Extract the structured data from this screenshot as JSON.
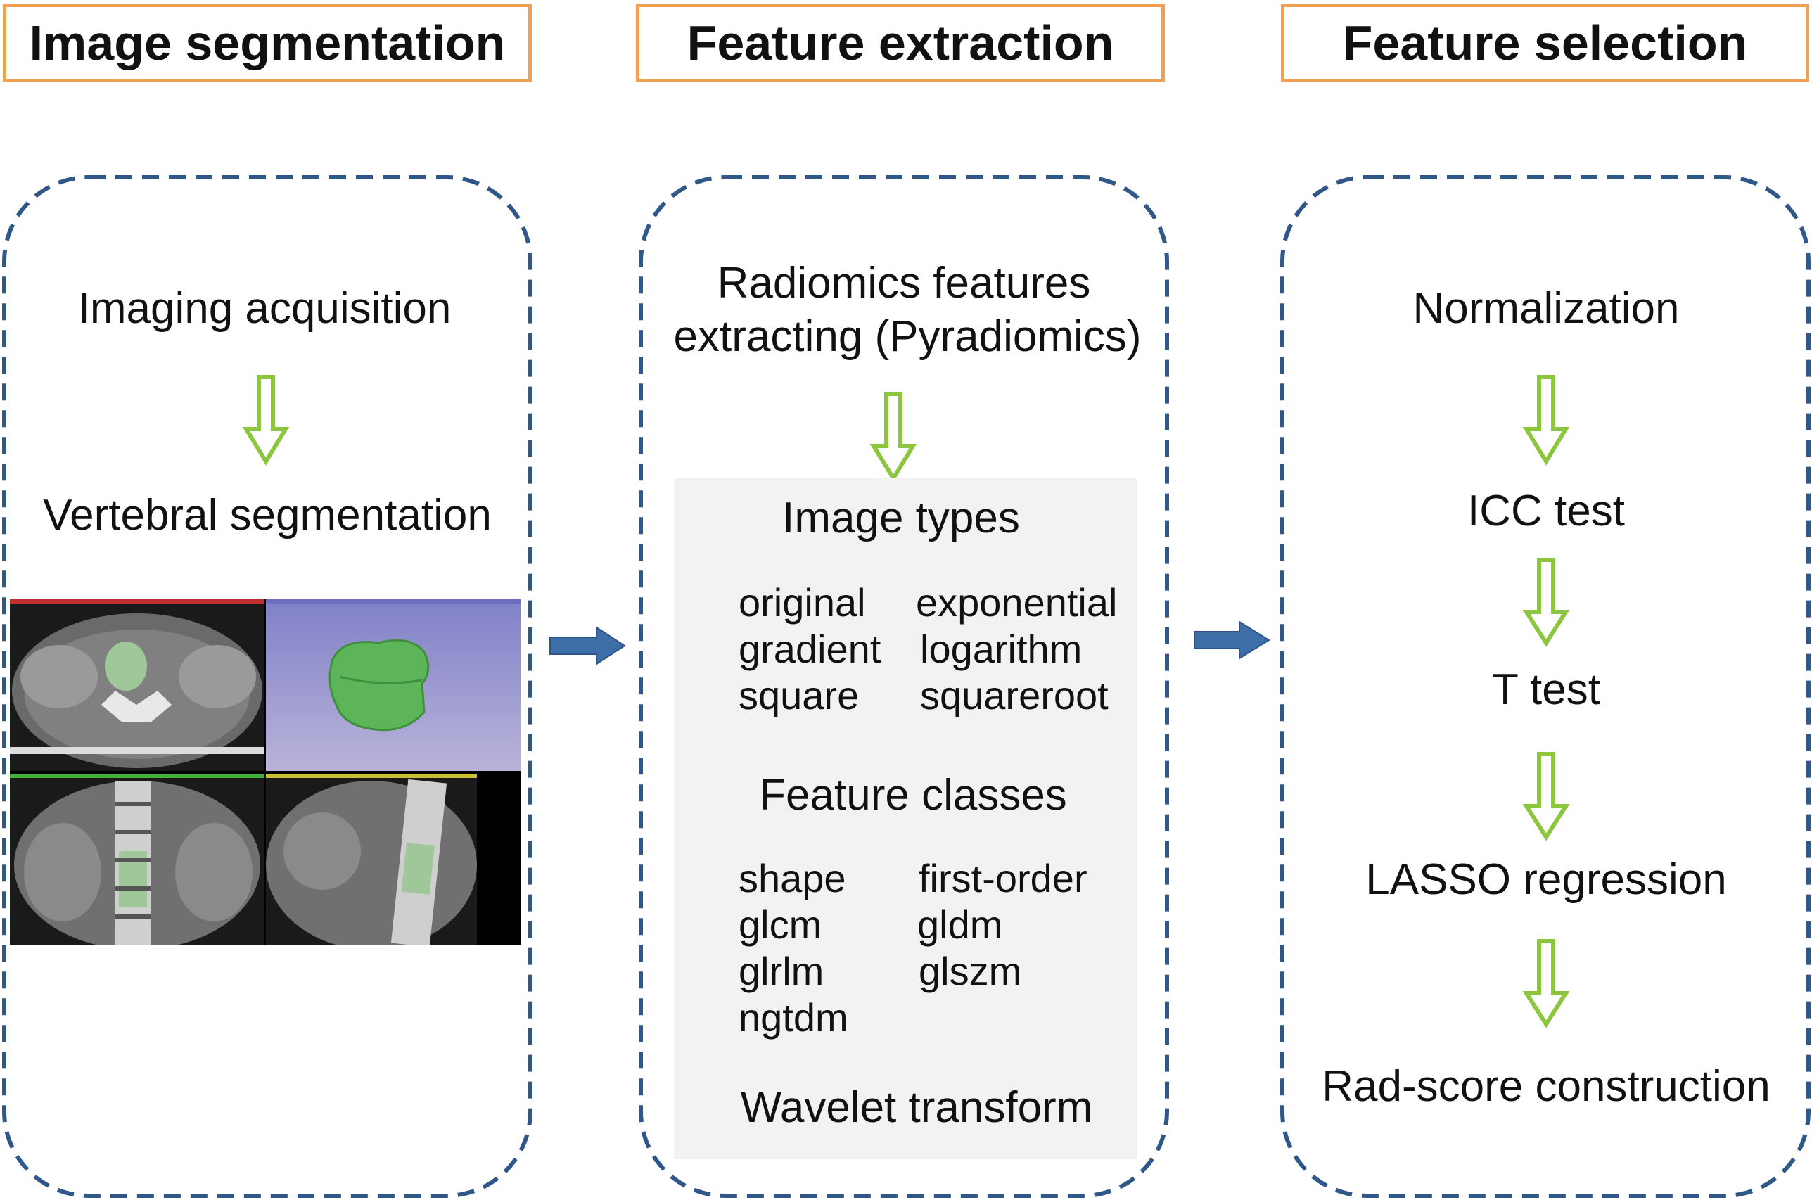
{
  "colors": {
    "header_border": "#F0A050",
    "panel_dash": "#2F5888",
    "green_arrow": "#8CC63F",
    "blue_arrow": "#3E6EA8",
    "gray_box": "#F2F2F2"
  },
  "headers": [
    "Image segmentation",
    "Feature extraction",
    "Feature selection"
  ],
  "segmentation": {
    "step1": "Imaging acquisition",
    "step2": "Vertebral segmentation"
  },
  "extraction": {
    "title_line1": "Radiomics features",
    "title_line2": "extracting (Pyradiomics)",
    "image_types_title": "Image types",
    "image_types_col1": [
      "original",
      "gradient",
      "square"
    ],
    "image_types_col2": [
      "exponential",
      "logarithm",
      "squareroot"
    ],
    "feature_classes_title": "Feature classes",
    "feature_classes_col1": [
      "shape",
      "glcm",
      "glrlm",
      "ngtdm"
    ],
    "feature_classes_col2": [
      "first-order",
      "gldm",
      "glszm"
    ],
    "wavelet": "Wavelet transform"
  },
  "selection": {
    "steps": [
      "Normalization",
      "ICC test",
      "T test",
      "LASSO regression",
      "Rad-score construction"
    ]
  }
}
